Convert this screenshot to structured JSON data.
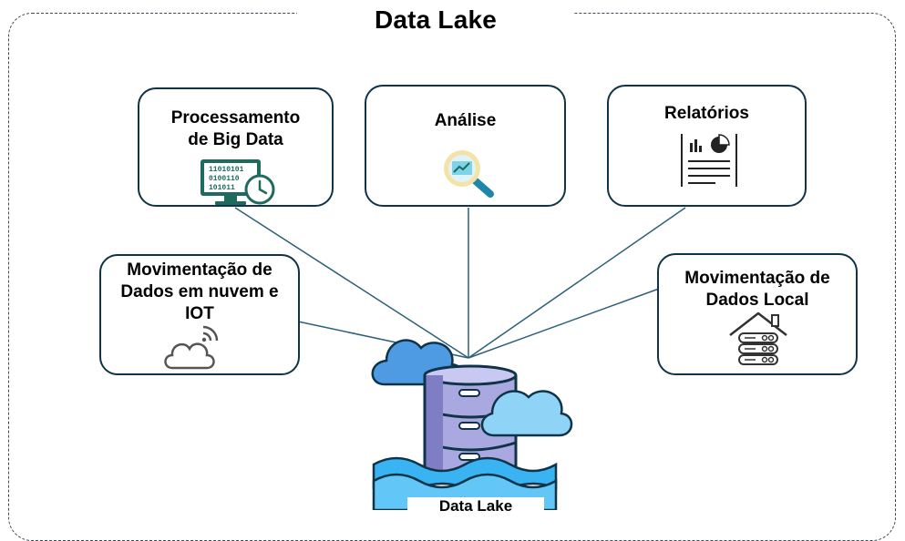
{
  "title": "Data Lake",
  "nodes": {
    "processing": {
      "label": "Processamento\nde Big Data",
      "binary_rows": [
        "11010101",
        "0100110",
        "101011"
      ]
    },
    "analysis": {
      "label": "Análise"
    },
    "reports": {
      "label": "Relatórios"
    },
    "cloud_iot": {
      "label": "Movimentação de\nDados em nuvem e\nIOT"
    },
    "local": {
      "label": "Movimentação de\nDados Local"
    }
  },
  "center": {
    "label": "Data Lake"
  },
  "colors": {
    "box_border": "#0f3347",
    "connector": "#2c6079",
    "cloud_fill": "#5aa6e6",
    "cloud_light": "#8fd3f7",
    "database_fill": "#a9a8e0",
    "water": "#39b3f2",
    "icon_dark": "#1e6b5e"
  }
}
